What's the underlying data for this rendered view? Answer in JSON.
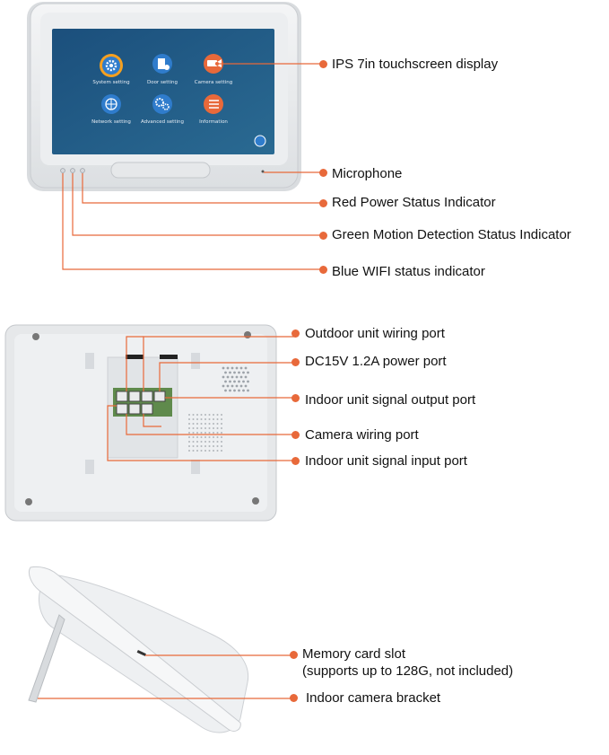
{
  "callouts": {
    "display": "IPS 7in touchscreen display",
    "microphone": "Microphone",
    "red_power": "Red Power Status Indicator",
    "green_motion": "Green Motion Detection Status Indicator",
    "blue_wifi": "Blue WIFI status indicator",
    "outdoor_port": "Outdoor unit wiring port",
    "power_port": "DC15V 1.2A power port",
    "indoor_output": "Indoor unit signal output port",
    "camera_port": "Camera wiring port",
    "indoor_input": "Indoor unit signal input port",
    "memory_slot": "Memory  card slot",
    "memory_note": "(supports up to 128G, not included)",
    "bracket": "Indoor camera bracket"
  },
  "screen_apps": [
    {
      "label": "System setting",
      "icon": "gear-icon",
      "color": "#f5a020"
    },
    {
      "label": "Door setting",
      "icon": "door-icon",
      "color": "#2f7ccc"
    },
    {
      "label": "Camera setting",
      "icon": "camera-icon",
      "color": "#e8693a"
    },
    {
      "label": "Network setting",
      "icon": "network-icon",
      "color": "#2f7ccc"
    },
    {
      "label": "Advanced setting",
      "icon": "gears-icon",
      "color": "#2f7ccc"
    },
    {
      "label": "Information",
      "icon": "list-icon",
      "color": "#e8693a"
    }
  ],
  "colors": {
    "accent": "#e8693a",
    "screen": "#1f5a88"
  }
}
